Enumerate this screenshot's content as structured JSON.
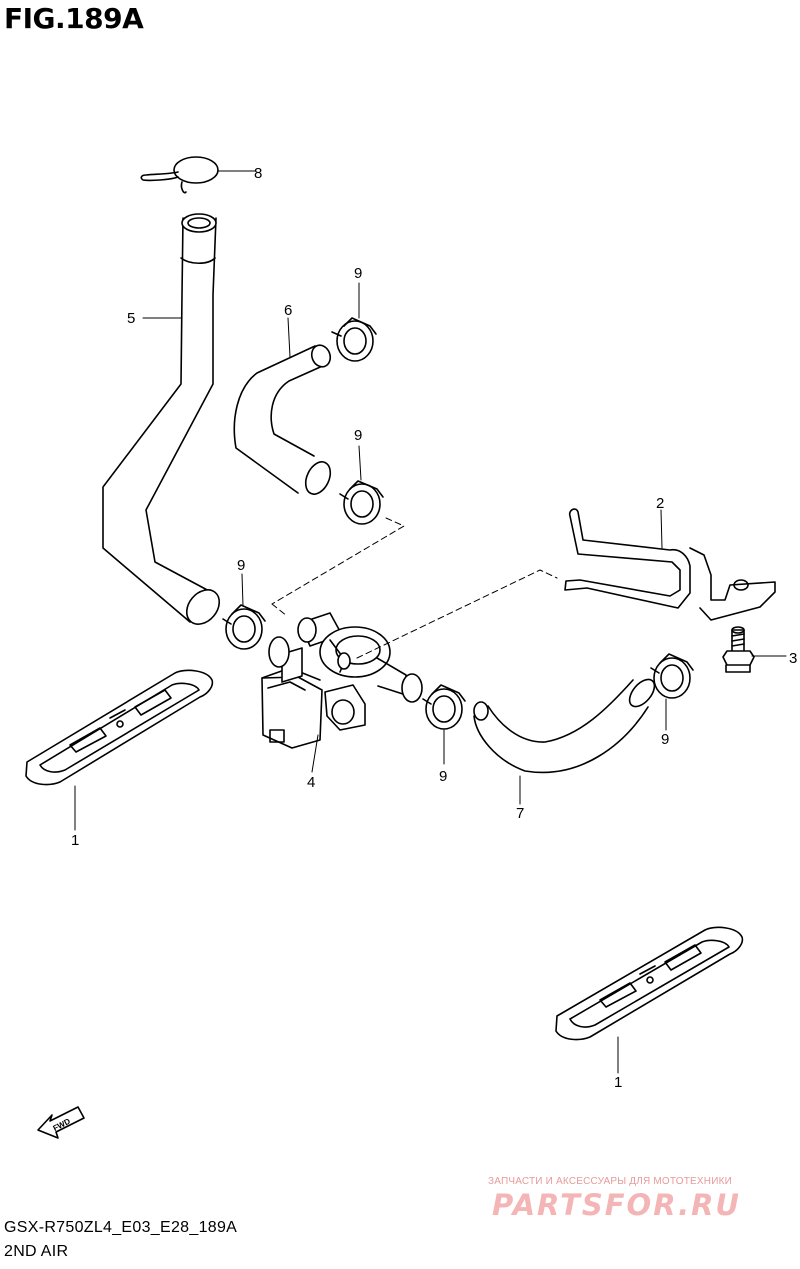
{
  "figure": {
    "title": "FIG.189A",
    "model_code": "GSX-R750ZL4_E03_E28_189A",
    "subtitle": "2ND AIR"
  },
  "callouts": {
    "c1a": "1",
    "c1b": "1",
    "c2": "2",
    "c3": "3",
    "c4": "4",
    "c5": "5",
    "c6": "6",
    "c7": "7",
    "c8": "8",
    "c9a": "9",
    "c9b": "9",
    "c9c": "9",
    "c9d": "9",
    "c9e": "9"
  },
  "direction_badge": "FWD",
  "watermark": {
    "tagline": "ЗАПЧАСТИ И АКСЕССУАРЫ ДЛЯ МОТОТЕХНИКИ",
    "brand": "PARTSFOR.RU",
    "color": "#f3b5b5"
  },
  "colors": {
    "line": "#000000",
    "background": "#ffffff"
  }
}
